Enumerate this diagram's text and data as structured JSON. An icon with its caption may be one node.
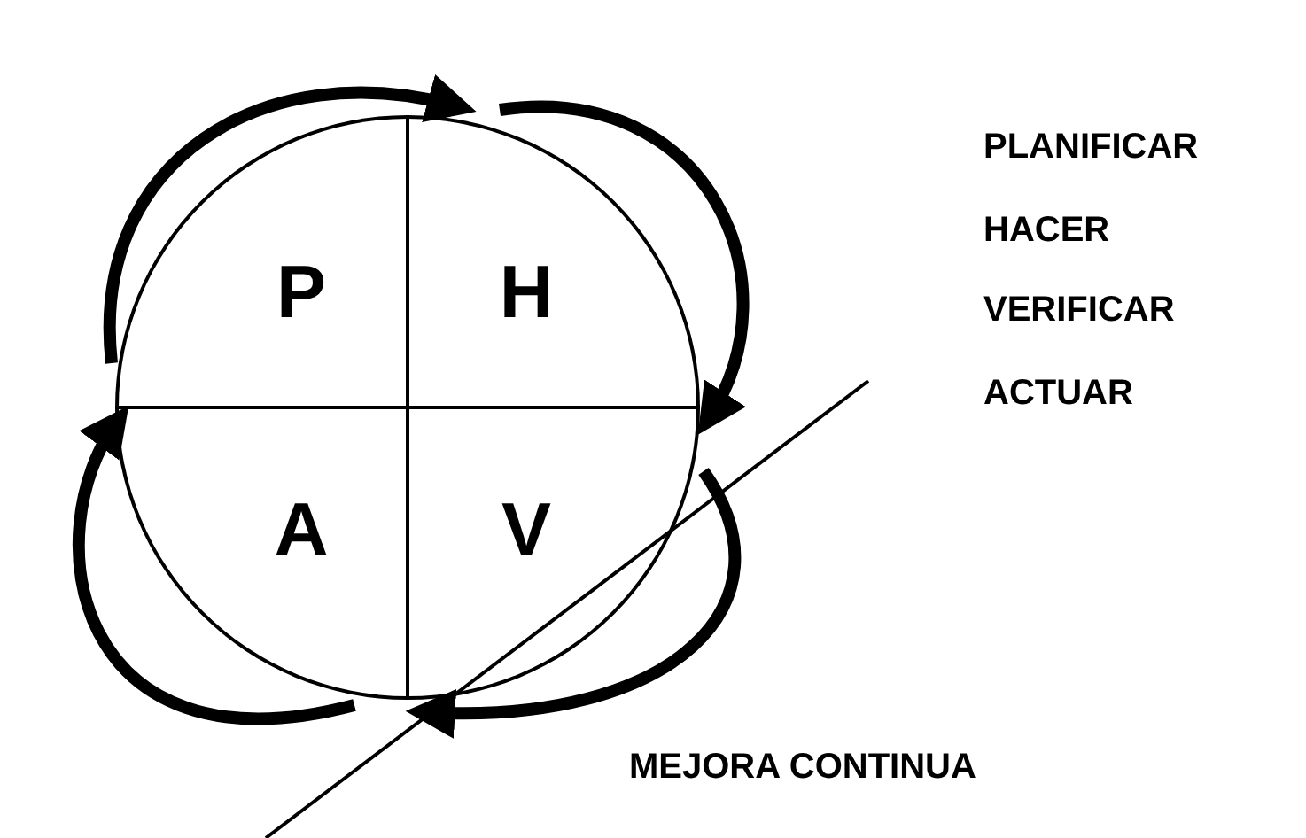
{
  "diagram": {
    "nodes": [
      {
        "text": [
          "P"
        ]
      },
      {
        "text": [
          "H"
        ]
      },
      {
        "text": [
          "A"
        ]
      },
      {
        "text": [
          "V"
        ]
      }
    ],
    "edges": [
      {
        "from": 0,
        "to": 1,
        "arrow": "to"
      },
      {
        "from": 1,
        "to": 3,
        "arrow": "to"
      },
      {
        "from": 3,
        "to": 2,
        "arrow": "to"
      },
      {
        "from": 2,
        "to": 0,
        "arrow": "to"
      }
    ],
    "labels": [
      "PLANIFICAR",
      "HACER",
      "VERIFICAR",
      "ACTUAR",
      "MEJORA CONTINUA"
    ]
  }
}
